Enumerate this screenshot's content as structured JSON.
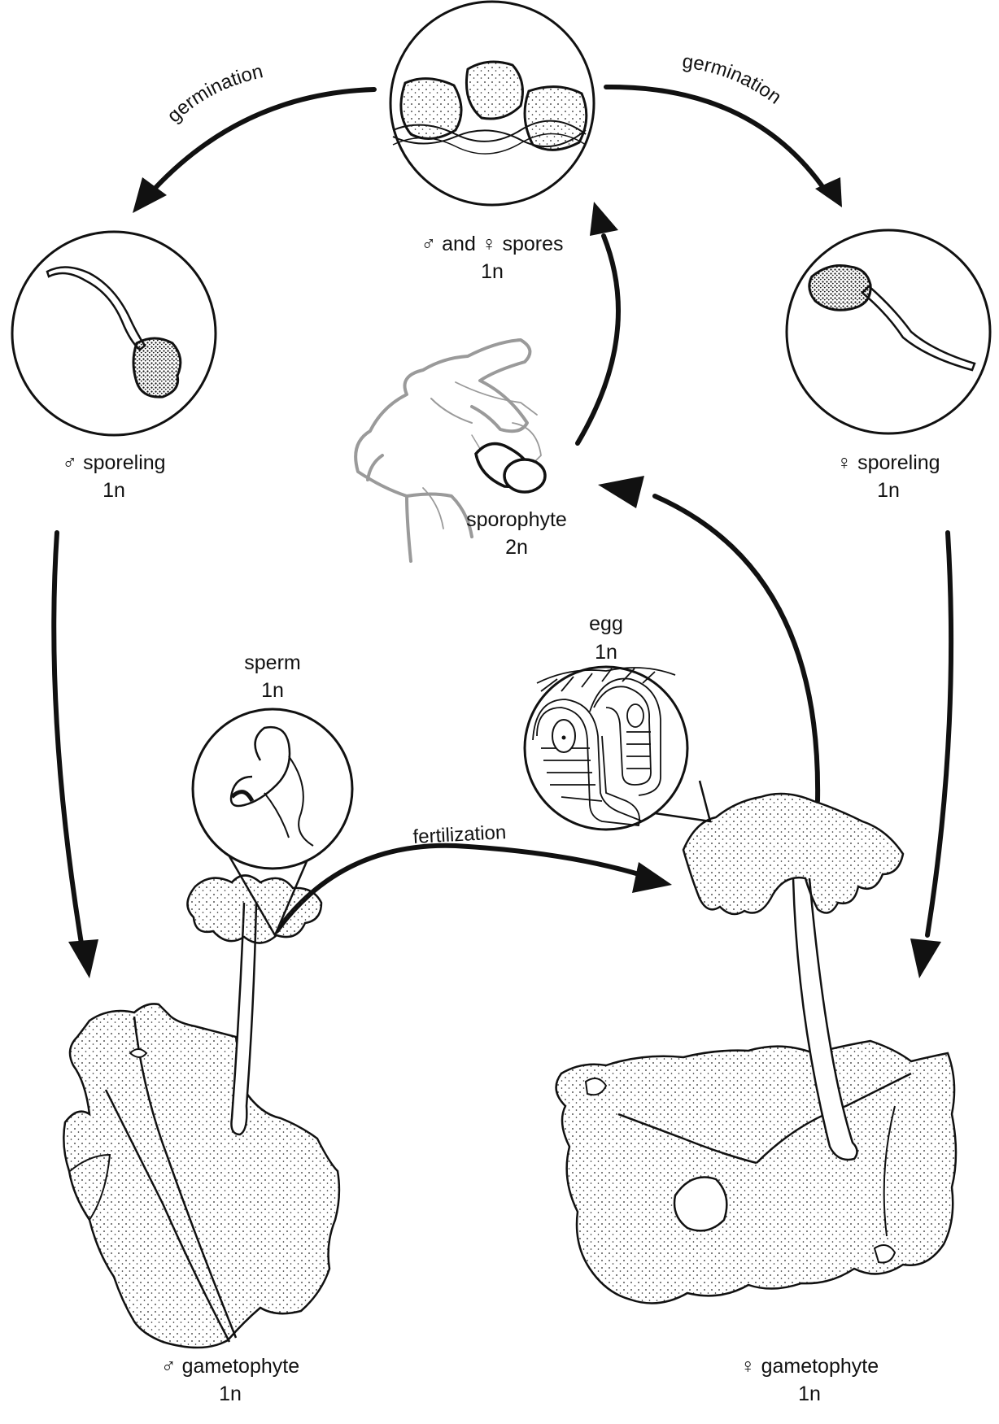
{
  "stages": {
    "spores": {
      "label": "♂ and ♀ spores",
      "ploidy": "1n"
    },
    "male_sporeling": {
      "label": "♂ sporeling",
      "ploidy": "1n"
    },
    "female_sporeling": {
      "label": "♀ sporeling",
      "ploidy": "1n"
    },
    "sporophyte": {
      "label": "sporophyte",
      "ploidy": "2n"
    },
    "sperm": {
      "label": "sperm",
      "ploidy": "1n"
    },
    "egg": {
      "label": "egg",
      "ploidy": "1n"
    },
    "male_gametophyte": {
      "label": "♂ gametophyte",
      "ploidy": "1n"
    },
    "female_gametophyte": {
      "label": "♀ gametophyte",
      "ploidy": "1n"
    }
  },
  "processes": {
    "germination_left": "germination",
    "germination_right": "germination",
    "fertilization": "fertilization"
  },
  "colors": {
    "ink": "#111111",
    "sporophyte_gray": "#9a9a9a",
    "background": "#ffffff"
  }
}
